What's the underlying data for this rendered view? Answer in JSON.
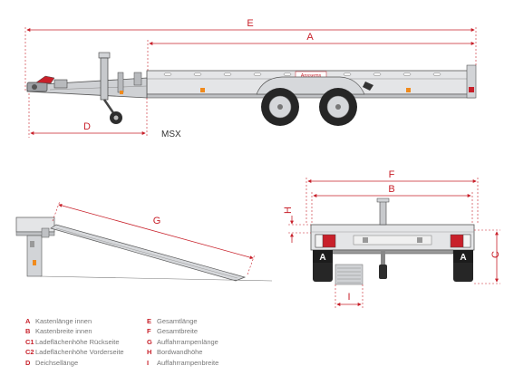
{
  "brand_color": "#c8202a",
  "model": "MSX",
  "brand_badge": "Anssems",
  "labels": {
    "E": "E",
    "A": "A",
    "D": "D",
    "G": "G",
    "F": "F",
    "B": "B",
    "H": "H",
    "C": "C",
    "I": "I"
  },
  "legend": [
    {
      "key": "A",
      "text": "Kastenlänge innen"
    },
    {
      "key": "B",
      "text": "Kastenbreite innen"
    },
    {
      "key": "C1",
      "text": "Ladeflächenhöhe Rückseite"
    },
    {
      "key": "C2",
      "text": "Ladeflächenhöhe Vorderseite"
    },
    {
      "key": "D",
      "text": "Deichsellänge"
    },
    {
      "key": "E",
      "text": "Gesamtlänge"
    },
    {
      "key": "F",
      "text": "Gesamtbreite"
    },
    {
      "key": "G",
      "text": "Auffahrrampenlänge"
    },
    {
      "key": "H",
      "text": "Bordwandhöhe"
    },
    {
      "key": "I",
      "text": "Auffahrrampenbreite"
    }
  ]
}
